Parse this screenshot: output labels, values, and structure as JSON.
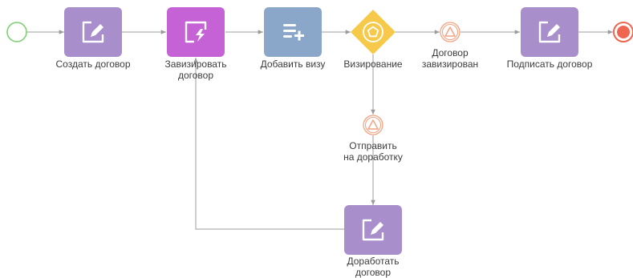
{
  "diagram": {
    "colors": {
      "user_task": "#a88ecb",
      "script_task": "#c462d6",
      "add_approval": "#8aa6c8",
      "gateway": "#f7c94a",
      "start_event": "#7ed072",
      "end_event": "#f0654f",
      "intermediate_event": "#f3a482",
      "flow_line": "#9c9c9c",
      "label": "#3c3c3c"
    },
    "nodes": [
      {
        "id": "start",
        "type": "start-event",
        "icon": "start-event-icon"
      },
      {
        "id": "create",
        "type": "user-task",
        "icon": "pencil-window-icon",
        "label": [
          "Создать договор"
        ]
      },
      {
        "id": "approve",
        "type": "script-task",
        "icon": "lightning-window-icon",
        "label": [
          "Завизировать",
          "договор"
        ]
      },
      {
        "id": "add-visa",
        "type": "add-approval-task",
        "icon": "list-plus-icon",
        "label": [
          "Добавить визу"
        ]
      },
      {
        "id": "gateway",
        "type": "exclusive-gateway",
        "icon": "pentagon-icon",
        "label": [
          "Визирование"
        ]
      },
      {
        "id": "approved-event",
        "type": "intermediate-event",
        "icon": "signal-triangle-icon",
        "label": [
          "Договор",
          "завизирован"
        ]
      },
      {
        "id": "sign",
        "type": "user-task",
        "icon": "pencil-window-icon",
        "label": [
          "Подписать договор"
        ]
      },
      {
        "id": "end",
        "type": "end-event",
        "icon": "end-event-icon"
      },
      {
        "id": "rework-event",
        "type": "intermediate-event",
        "icon": "signal-triangle-icon",
        "label": [
          "Отправить",
          "на доработку"
        ]
      },
      {
        "id": "rework",
        "type": "user-task",
        "icon": "pencil-window-icon",
        "label": [
          "Доработать",
          "договор"
        ]
      }
    ],
    "flows": [
      {
        "from": "start",
        "to": "create"
      },
      {
        "from": "create",
        "to": "approve"
      },
      {
        "from": "approve",
        "to": "add-visa"
      },
      {
        "from": "add-visa",
        "to": "gateway"
      },
      {
        "from": "gateway",
        "to": "approved-event"
      },
      {
        "from": "approved-event",
        "to": "sign"
      },
      {
        "from": "sign",
        "to": "end"
      },
      {
        "from": "gateway",
        "to": "rework-event"
      },
      {
        "from": "rework-event",
        "to": "rework"
      },
      {
        "from": "rework",
        "to": "approve"
      }
    ]
  }
}
